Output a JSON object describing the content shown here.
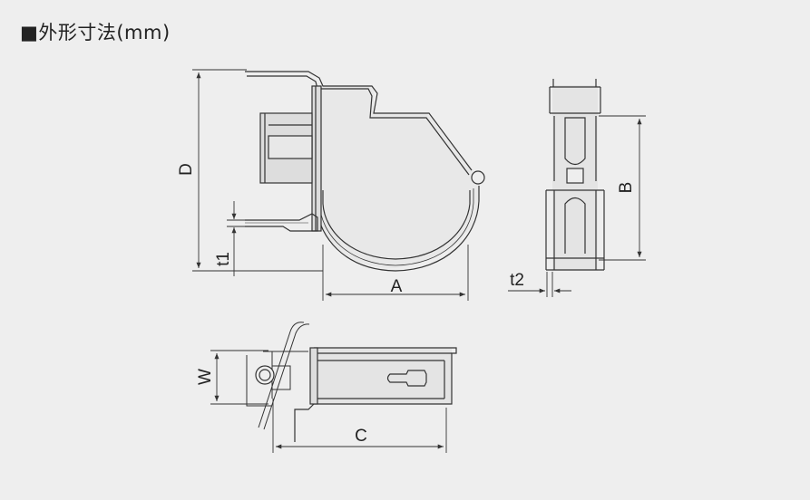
{
  "title": "■外形寸法(mm)",
  "labels": {
    "D": "D",
    "t1": "t1",
    "A": "A",
    "B": "B",
    "t2": "t2",
    "W": "W",
    "C": "C"
  },
  "colors": {
    "background": "#eeeeee",
    "line": "#333333",
    "fill_light": "#e6e6e6",
    "fill_shade": "#d4d4d4"
  }
}
